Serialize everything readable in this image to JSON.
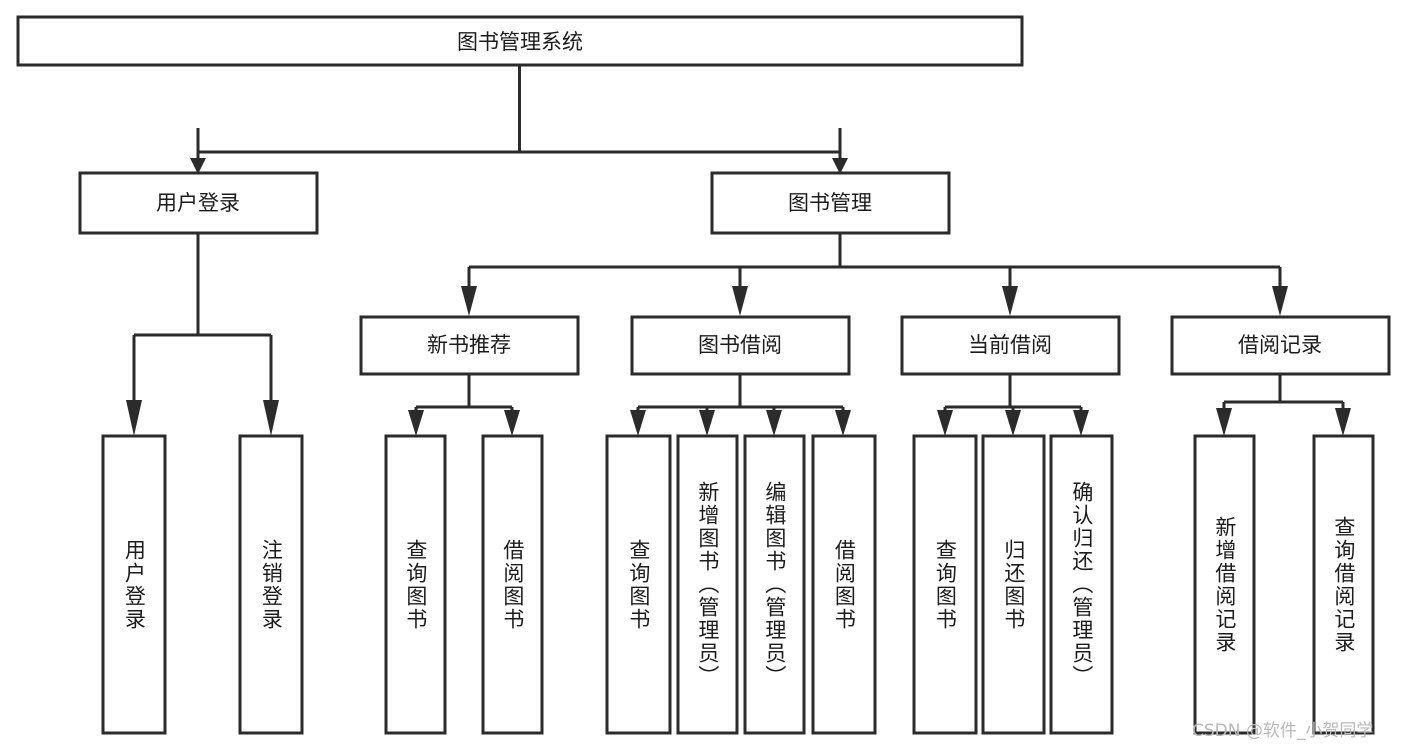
{
  "diagram": {
    "title": "图书管理系统",
    "type": "tree-hierarchy",
    "orientation": "top-down",
    "colors": {
      "background": "#ffffff",
      "box_fill": "#ffffff",
      "box_stroke": "#2b2b2b",
      "text": "#1c1c1c",
      "watermark": "#b8b8b8"
    },
    "levels": [
      {
        "level": 1,
        "nodes": [
          {
            "id": "root",
            "label": "图书管理系统",
            "text_mode": "horizontal"
          }
        ]
      },
      {
        "level": 2,
        "nodes": [
          {
            "id": "login",
            "label": "用户登录",
            "text_mode": "horizontal",
            "parent": "root"
          },
          {
            "id": "bookmgmt",
            "label": "图书管理",
            "text_mode": "horizontal",
            "parent": "root"
          }
        ]
      },
      {
        "level": 3,
        "nodes": [
          {
            "id": "newbook",
            "label": "新书推荐",
            "text_mode": "horizontal",
            "parent": "bookmgmt"
          },
          {
            "id": "borrow",
            "label": "图书借阅",
            "text_mode": "horizontal",
            "parent": "bookmgmt"
          },
          {
            "id": "current",
            "label": "当前借阅",
            "text_mode": "horizontal",
            "parent": "bookmgmt"
          },
          {
            "id": "records",
            "label": "借阅记录",
            "text_mode": "horizontal",
            "parent": "bookmgmt"
          }
        ]
      },
      {
        "level": 4,
        "nodes": [
          {
            "id": "leaf1",
            "label": "用户登录",
            "text_mode": "vertical",
            "parent": "login"
          },
          {
            "id": "leaf2",
            "label": "注销登录",
            "text_mode": "vertical",
            "parent": "login"
          },
          {
            "id": "leaf3",
            "label": "查询图书",
            "text_mode": "vertical",
            "parent": "newbook"
          },
          {
            "id": "leaf4",
            "label": "借阅图书",
            "text_mode": "vertical",
            "parent": "newbook"
          },
          {
            "id": "leaf5",
            "label": "查询图书",
            "text_mode": "vertical",
            "parent": "borrow"
          },
          {
            "id": "leaf6",
            "label": "新增图书（管理员）",
            "text_mode": "vertical",
            "parent": "borrow"
          },
          {
            "id": "leaf7",
            "label": "编辑图书（管理员）",
            "text_mode": "vertical",
            "parent": "borrow"
          },
          {
            "id": "leaf8",
            "label": "借阅图书",
            "text_mode": "vertical",
            "parent": "borrow"
          },
          {
            "id": "leaf9",
            "label": "查询图书",
            "text_mode": "vertical",
            "parent": "current"
          },
          {
            "id": "leaf10",
            "label": "归还图书",
            "text_mode": "vertical",
            "parent": "current"
          },
          {
            "id": "leaf11",
            "label": "确认归还（管理员）",
            "text_mode": "vertical",
            "parent": "current"
          },
          {
            "id": "leaf12",
            "label": "新增借阅记录",
            "text_mode": "vertical",
            "parent": "records"
          },
          {
            "id": "leaf13",
            "label": "查询借阅记录",
            "text_mode": "vertical",
            "parent": "records"
          }
        ]
      }
    ]
  },
  "watermark": {
    "text": "CSDN @软件_小贺同学"
  }
}
